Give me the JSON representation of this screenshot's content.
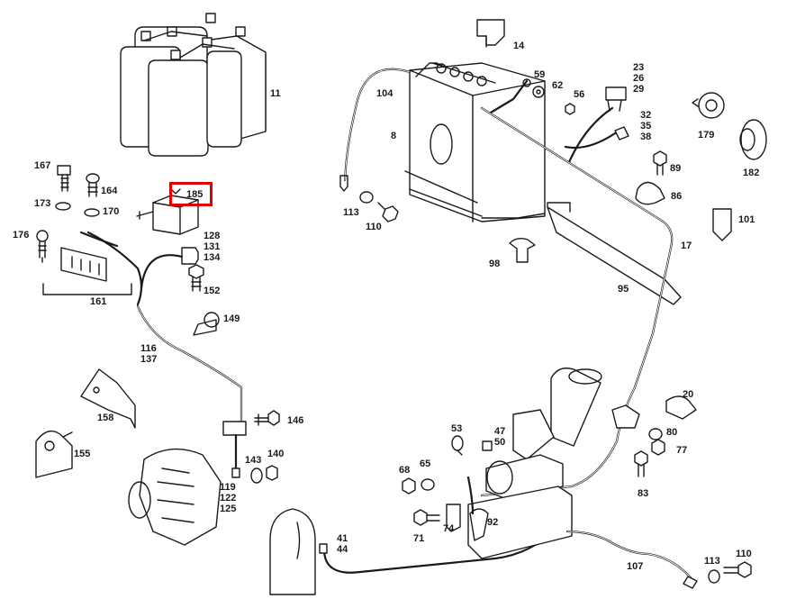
{
  "highlight": {
    "part": "185",
    "color": "#e00000"
  },
  "line_color": "#1a1a1a",
  "labels": {
    "p11": "11",
    "p14": "14",
    "p104": "104",
    "p8": "8",
    "p59": "59",
    "p62": "62",
    "p56": "56",
    "p23_26_29": "23\n26\n29",
    "p32_35_38": "32\n35\n38",
    "p179": "179",
    "p182": "182",
    "p167": "167",
    "p164": "164",
    "p173": "173",
    "p170": "170",
    "p185": "185",
    "p176": "176",
    "p128_131_134": "128\n131\n134",
    "p152": "152",
    "p161": "161",
    "p149": "149",
    "p113a": "113",
    "p110a": "110",
    "p89": "89",
    "p86": "86",
    "p101": "101",
    "p98": "98",
    "p17": "17",
    "p95": "95",
    "p116_137": "116\n137",
    "p158": "158",
    "p146": "146",
    "p20": "20",
    "p155": "155",
    "p53": "53",
    "p47_50": "47\n50",
    "p80": "80",
    "p77": "77",
    "p143": "143",
    "p140": "140",
    "p68": "68",
    "p65": "65",
    "p83": "83",
    "p119_122_125": "119\n122\n125",
    "p92": "92",
    "p71": "71",
    "p74": "74",
    "p41_44": "41\n44",
    "p107": "107",
    "p113b": "113",
    "p110b": "110"
  }
}
